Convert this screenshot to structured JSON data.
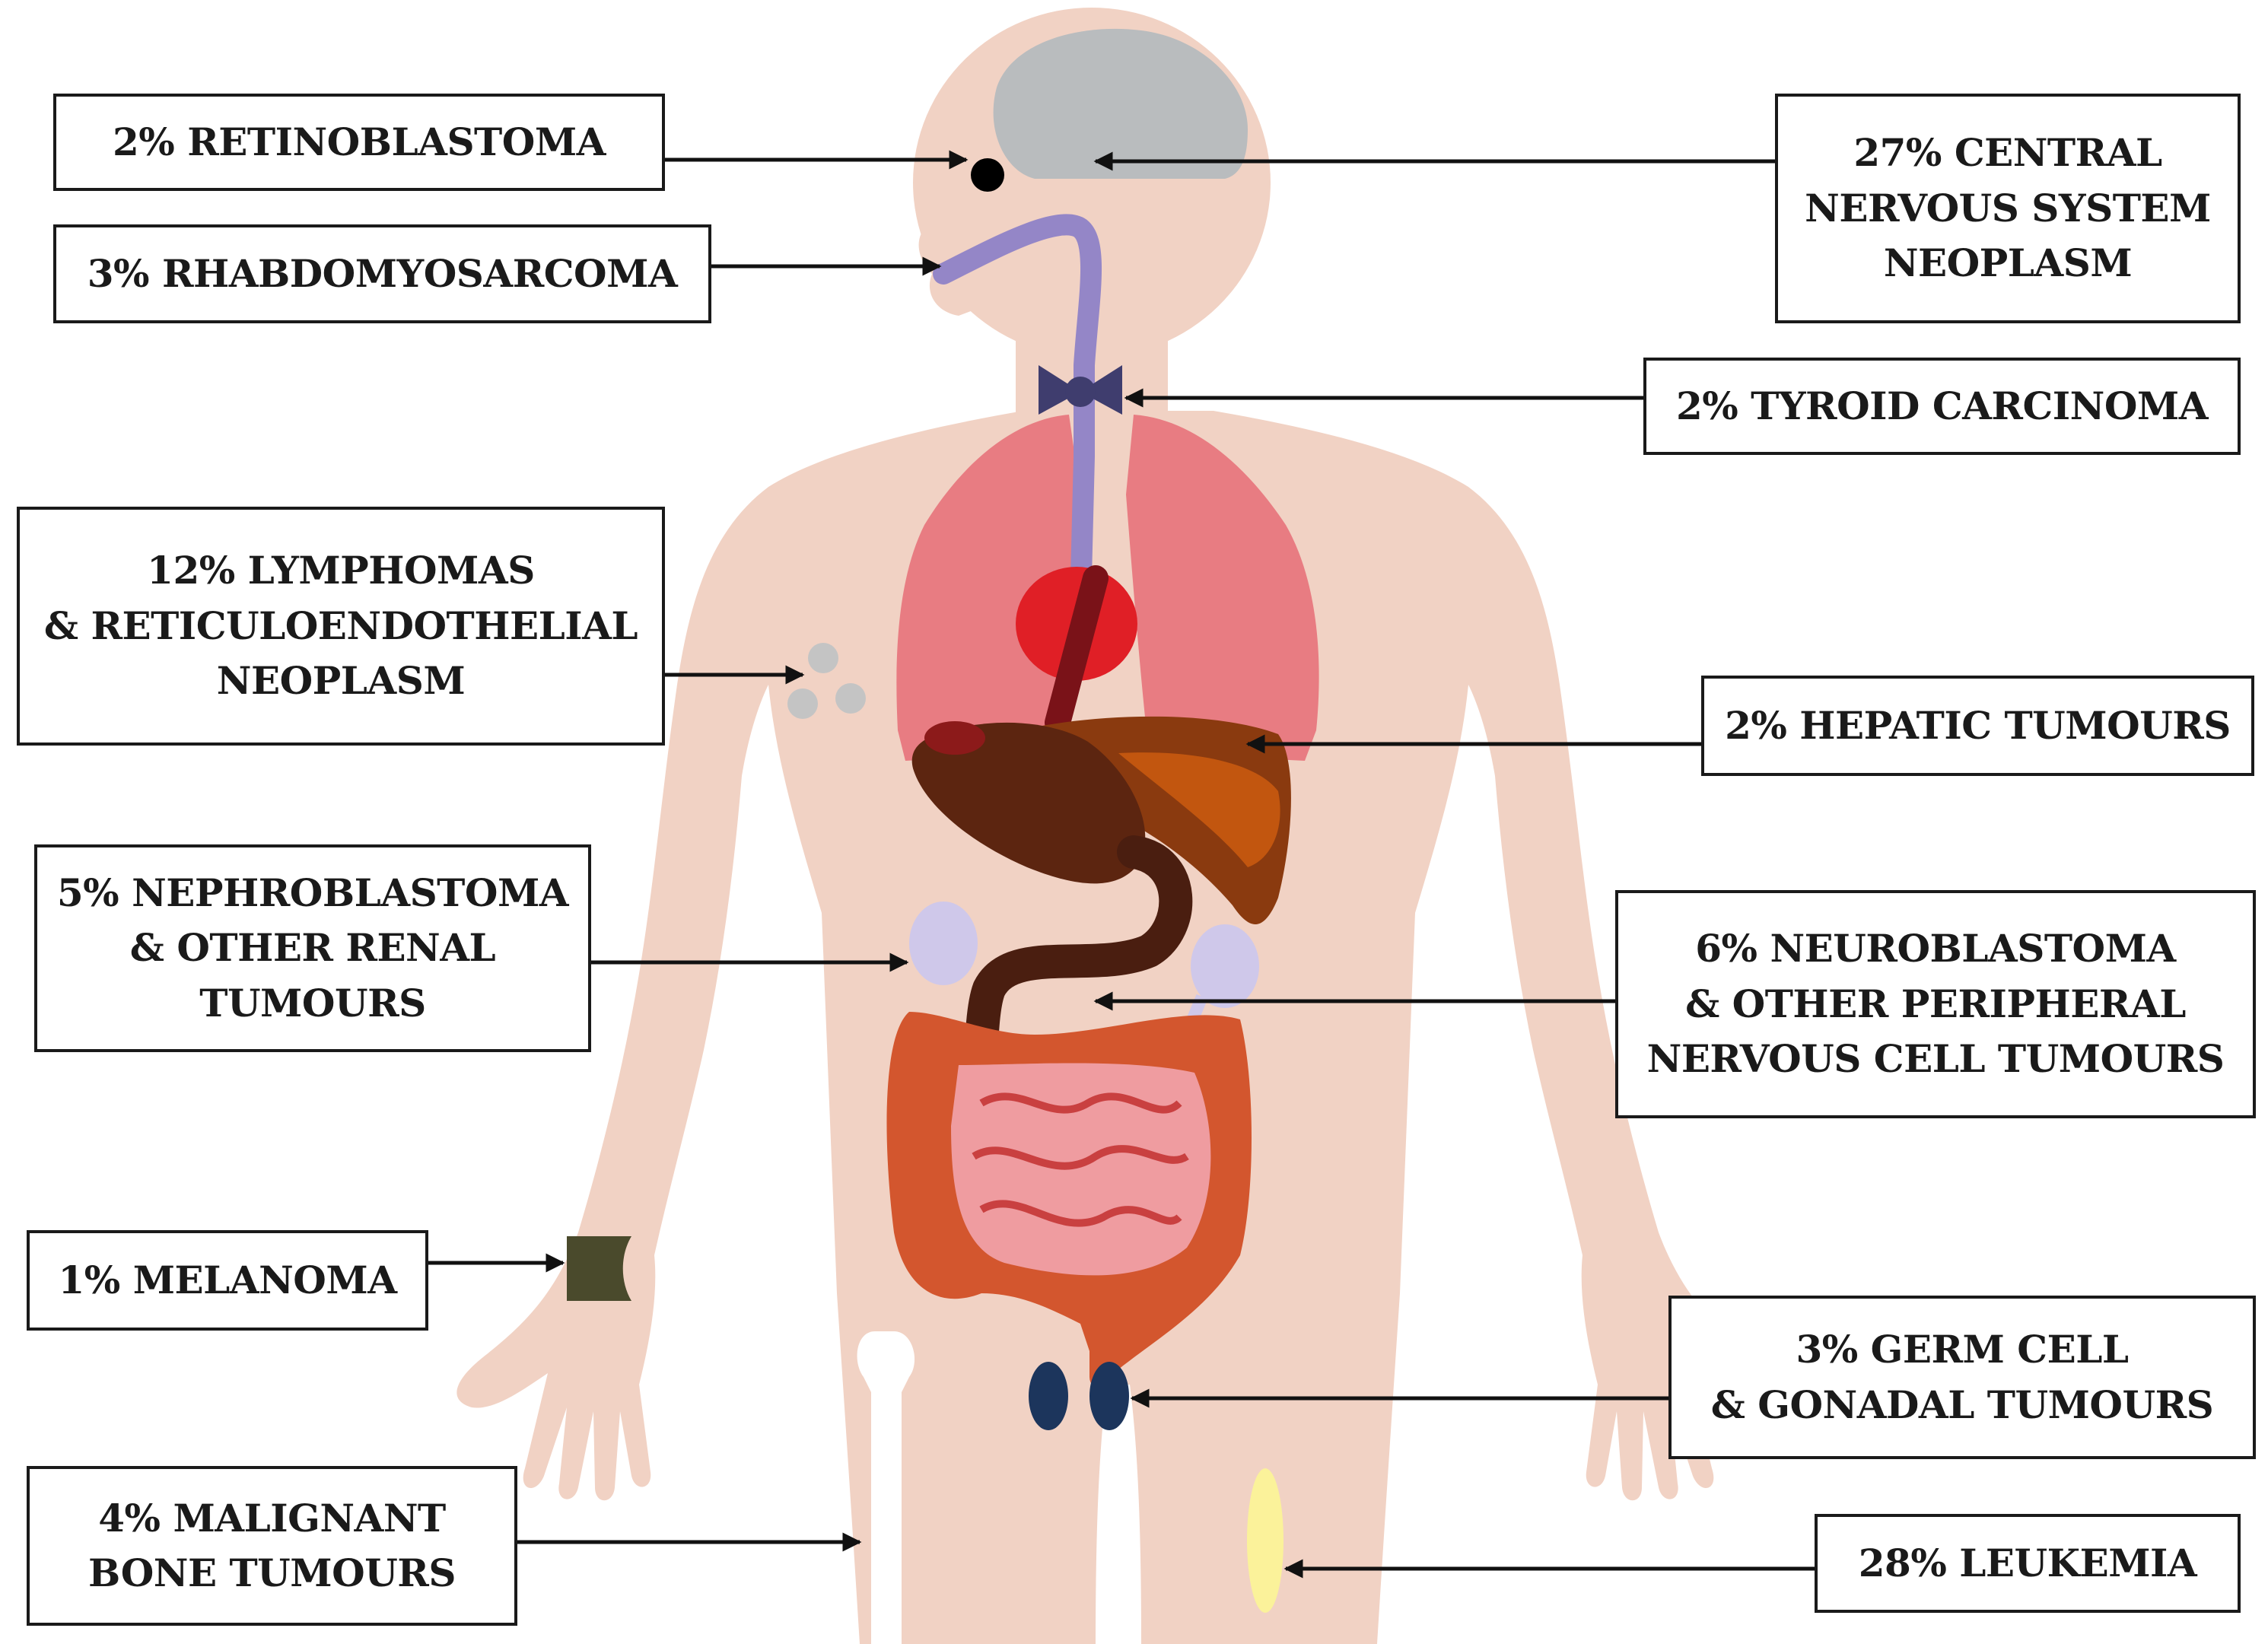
{
  "labels": {
    "retinoblastoma": [
      "2% RETINOBLASTOMA"
    ],
    "rhabdomyosarcoma": [
      "3% RHABDOMYOSARCOMA"
    ],
    "cns": [
      "27% CENTRAL",
      "NERVOUS SYSTEM",
      "NEOPLASM"
    ],
    "thyroid": [
      "2% TYROID CARCINOMA"
    ],
    "lymphomas": [
      "12% LYMPHOMAS",
      "& RETICULOENDOTHELIAL",
      "NEOPLASM"
    ],
    "hepatic": [
      "2% HEPATIC TUMOURS"
    ],
    "nephroblastoma": [
      "5% NEPHROBLASTOMA",
      "& OTHER RENAL",
      "TUMOURS"
    ],
    "neuroblastoma": [
      "6% NEUROBLASTOMA",
      "& OTHER PERIPHERAL",
      "NERVOUS CELL TUMOURS"
    ],
    "melanoma": [
      "1% MELANOMA"
    ],
    "germ_cell": [
      "3% GERM CELL",
      "& GONADAL TUMOURS"
    ],
    "bone": [
      "4% MALIGNANT",
      "BONE TUMOURS"
    ],
    "leukemia": [
      "28% LEUKEMIA"
    ]
  },
  "colors": {
    "skin": "#f1d2c4",
    "brain": "#b9bcbe",
    "lungs": "#e87c82",
    "heart": "#e01f26",
    "liver": "#8a3a0f",
    "stomach": "#5c2510",
    "kidneys": "#cfc8ea",
    "colon": "#d3562e",
    "small_intestine": "#ef9ca0",
    "esophagus": "#9486c7",
    "thyroid": "#3f3d6e",
    "lymph_nodes": "#c4c4c4",
    "melanoma": "#4a4a2c",
    "gonads": "#1c355c",
    "bone": "#ffffff",
    "leukemia": "#fbf29a",
    "arrows": "#111111"
  }
}
